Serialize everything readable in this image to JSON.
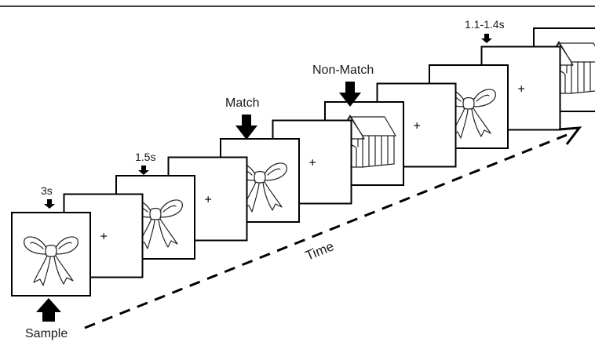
{
  "diagram": {
    "labels": {
      "sample": "Sample",
      "match": "Match",
      "non_match": "Non-Match",
      "time": "Time"
    },
    "durations": {
      "sample": "3s",
      "delay": "1.5s",
      "iti": "1.1-1.4s"
    },
    "fixation_symbol": "+",
    "frames": [
      {
        "content": "bow-picture",
        "highlight": "#2db04b"
      },
      {
        "content": "fixation-cross"
      },
      {
        "content": "bow-picture"
      },
      {
        "content": "fixation-cross"
      },
      {
        "content": "bow-picture"
      },
      {
        "content": "fixation-cross"
      },
      {
        "content": "doghouse-picture"
      },
      {
        "content": "fixation-cross"
      },
      {
        "content": "bow-picture"
      },
      {
        "content": "fixation-cross"
      },
      {
        "content": "doghouse-picture"
      }
    ],
    "colors": {
      "sample_border": "#2db04b",
      "stroke": "#000000"
    }
  }
}
